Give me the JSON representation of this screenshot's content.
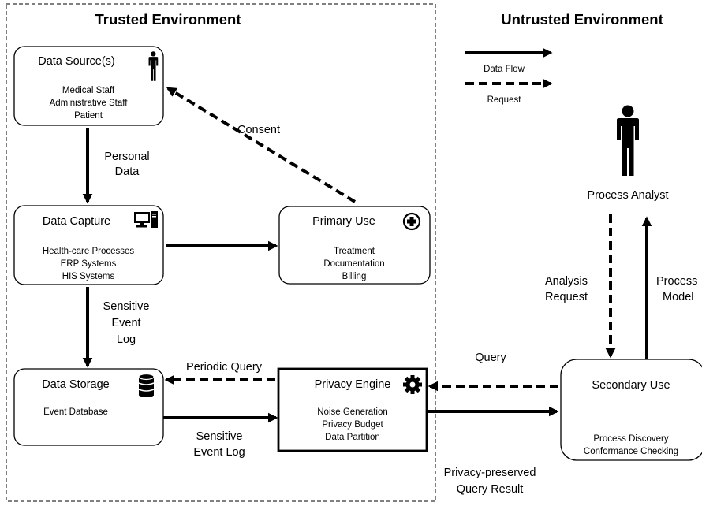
{
  "environments": {
    "trusted_title": "Trusted Environment",
    "untrusted_title": "Untrusted Environment"
  },
  "legend": {
    "data_flow": "Data Flow",
    "request": "Request"
  },
  "nodes": {
    "data_source": {
      "title": "Data Source(s)",
      "lines": [
        "Medical Staff",
        "Administrative Staff",
        "Patient"
      ],
      "icon": "person-icon"
    },
    "data_capture": {
      "title": "Data Capture",
      "lines": [
        "Health-care Processes",
        "ERP Systems",
        "HIS Systems"
      ],
      "icon": "computer-icon"
    },
    "primary_use": {
      "title": "Primary Use",
      "lines": [
        "Treatment",
        "Documentation",
        "Billing"
      ],
      "icon": "medical-plus-icon"
    },
    "data_storage": {
      "title": "Data Storage",
      "lines": [
        "Event Database"
      ],
      "icon": "database-icon"
    },
    "privacy_engine": {
      "title": "Privacy Engine",
      "lines": [
        "Noise Generation",
        "Privacy Budget",
        "Data Partition"
      ],
      "icon": "gear-icon"
    },
    "secondary_use": {
      "title": "Secondary Use",
      "lines": [
        "Process Discovery",
        "Conformance Checking"
      ]
    },
    "process_analyst": {
      "label": "Process Analyst",
      "icon": "person-icon"
    }
  },
  "edges": {
    "consent": "Consent",
    "personal_data": [
      "Personal",
      "Data"
    ],
    "sensitive_event_log_vertical": [
      "Sensitive",
      "Event",
      "Log"
    ],
    "periodic_query": "Periodic Query",
    "sensitive_event_log_horizontal": [
      "Sensitive",
      "Event Log"
    ],
    "query": "Query",
    "privacy_preserved_result": [
      "Privacy-preserved",
      "Query Result"
    ],
    "analysis_request": [
      "Analysis",
      "Request"
    ],
    "process_model": [
      "Process",
      "Model"
    ]
  }
}
